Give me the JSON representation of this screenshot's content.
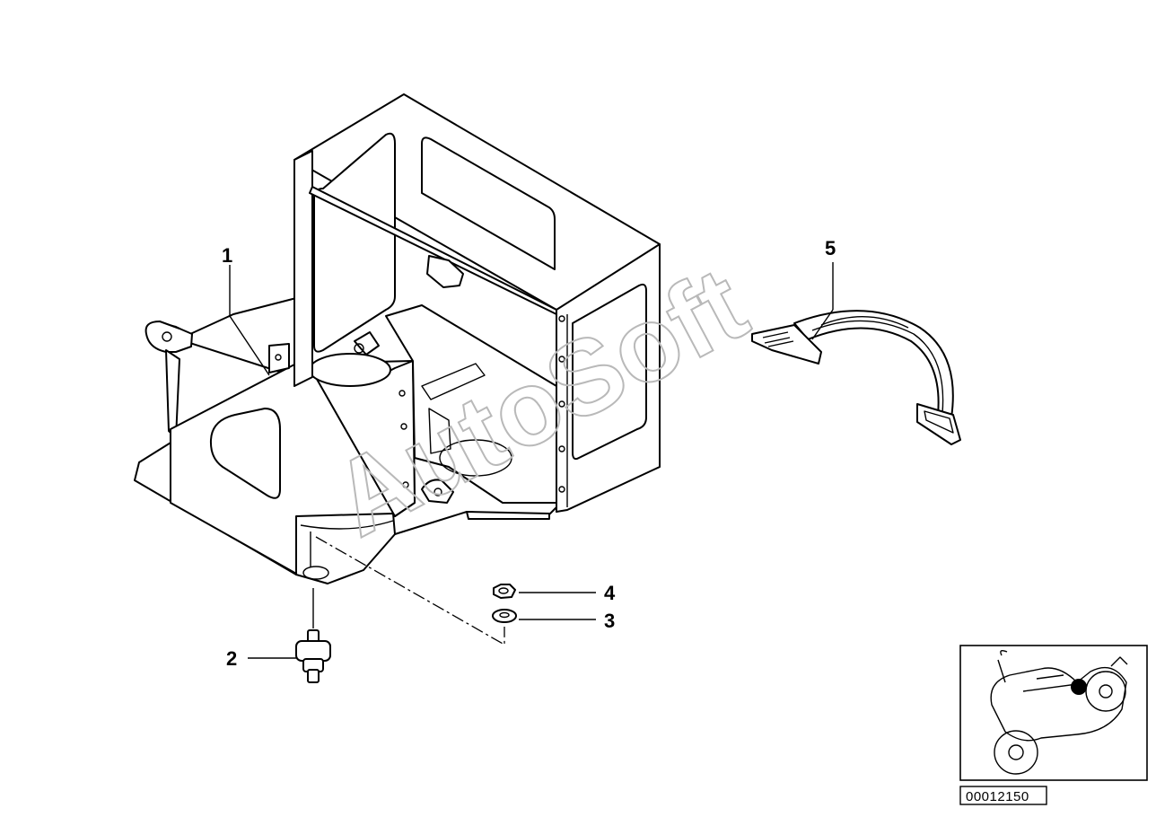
{
  "diagram": {
    "callouts": [
      {
        "id": "1",
        "label": "1"
      },
      {
        "id": "2",
        "label": "2"
      },
      {
        "id": "3",
        "label": "3"
      },
      {
        "id": "4",
        "label": "4"
      },
      {
        "id": "5",
        "label": "5"
      }
    ],
    "watermark": "AutoSoft",
    "reference_number": "00012150",
    "colors": {
      "line": "#000000",
      "background": "#ffffff",
      "watermark": "#b9b9b9",
      "marker": "#000000"
    }
  }
}
